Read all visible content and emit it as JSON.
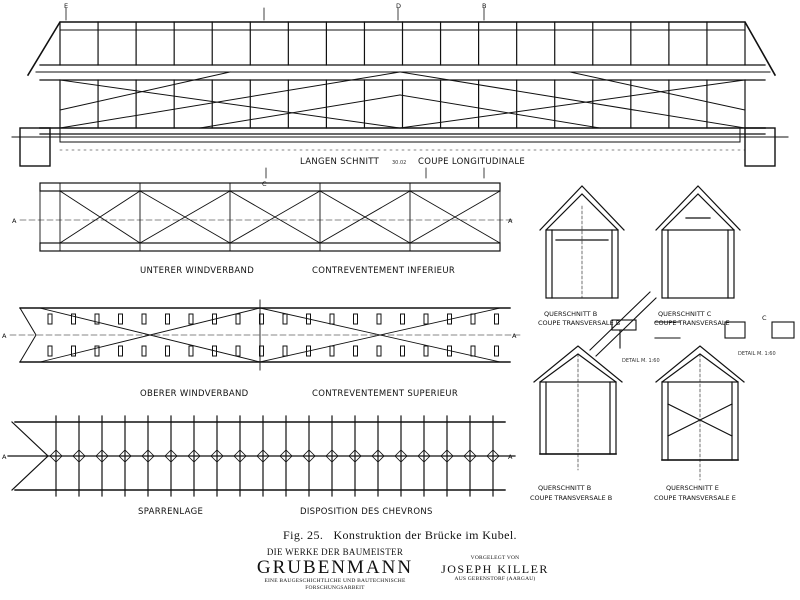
{
  "labels": {
    "langen_schnitt": "LANGEN SCHNITT",
    "coupe_longitudinale": "COUPE LONGITUDINALE",
    "span_dimension": "30.02",
    "unterer_windverband": "UNTERER WINDVERBAND",
    "contreventement_inferieur": "CONTREVENTEMENT INFERIEUR",
    "oberer_windverband": "OBERER WINDVERBAND",
    "contreventement_superieur": "CONTREVENTEMENT SUPERIEUR",
    "sparrenlage": "SPARRENLAGE",
    "disposition_des_chevrons": "DISPOSITION DES CHEVRONS",
    "querschnitt_b_top": "QUERSCHNITT B",
    "coupe_transversale_b_top": "COUPE TRANSVERSALE B",
    "querschnitt_c": "QUERSCHNITT C",
    "coupe_transversale_c": "COUPE TRANSVERSALE",
    "querschnitt_b_bottom": "QUERSCHNITT B",
    "coupe_transversale_b_bottom": "COUPE TRANSVERSALE B",
    "querschnitt_e": "QUERSCHNITT E",
    "coupe_transversale_e": "COUPE TRANSVERSALE E",
    "detail_1": "DETAIL M. 1:60",
    "detail_2": "DETAIL M. 1:60",
    "detail_letter": "C",
    "section_a": "A",
    "section_b": "B",
    "section_c": "C",
    "section_d": "D",
    "section_e": "E"
  },
  "caption": {
    "figure": "Fig. 25.",
    "title": "Konstruktion der Brücke im Kubel."
  },
  "credits": {
    "series": "DIE WERKE DER BAUMEISTER",
    "name": "GRUBENMANN",
    "subtitle_1": "EINE BAUGESCHICHTLICHE UND BAUTECHNISCHE",
    "subtitle_2": "FORSCHUNGSARBEIT",
    "presented_by": "VORGELEGT VON",
    "author": "JOSEPH KILLER",
    "origin": "AUS GEBENSTORF (AARGAU)"
  }
}
